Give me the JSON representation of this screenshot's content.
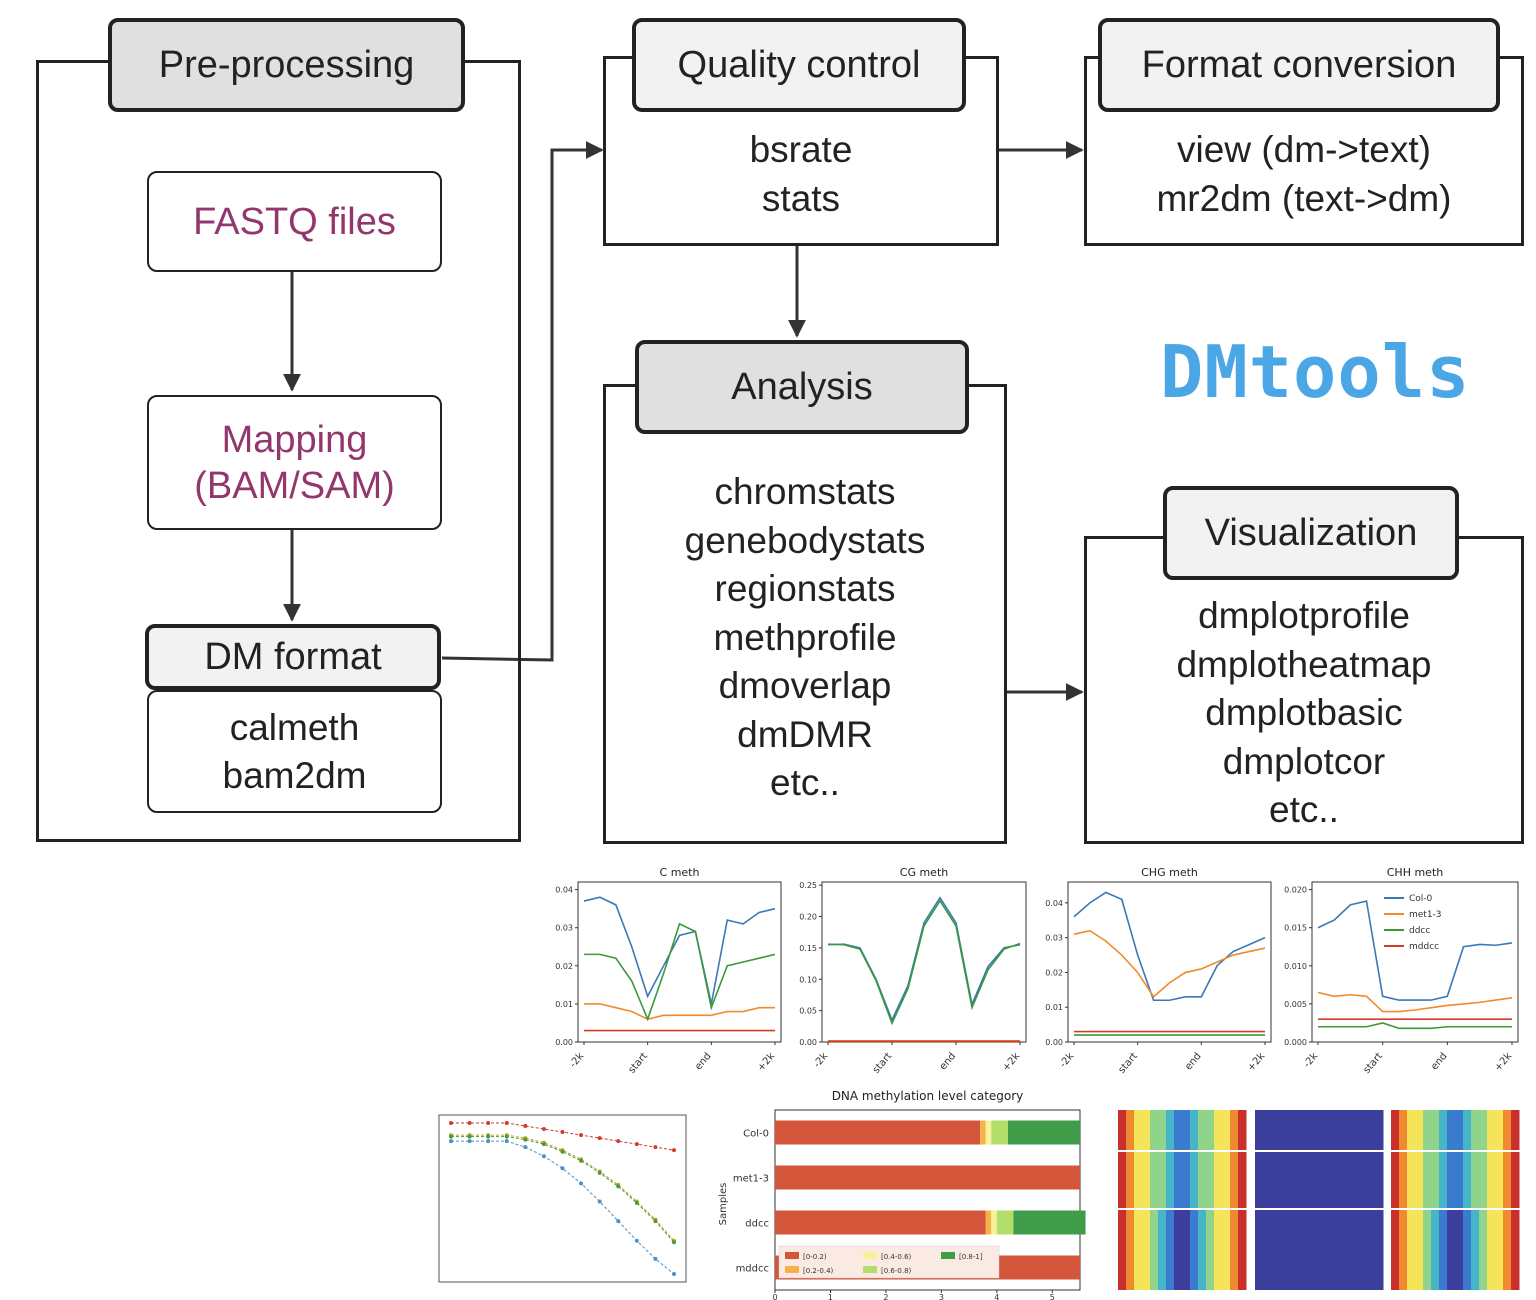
{
  "brand": {
    "name": "DMtools",
    "color": "#4ba6e6"
  },
  "preprocessing": {
    "title": "Pre-processing",
    "fastq": "FASTQ  files",
    "mapping_line1": "Mapping",
    "mapping_line2": "(BAM/SAM)",
    "dm_format": "DM format",
    "tools": [
      "calmeth",
      "bam2dm"
    ]
  },
  "quality_control": {
    "title": "Quality control",
    "tools": [
      "bsrate",
      "stats"
    ]
  },
  "format_conversion": {
    "title": "Format conversion",
    "tools": [
      "view (dm->text)",
      "mr2dm (text->dm)"
    ]
  },
  "analysis": {
    "title": "Analysis",
    "tools": [
      "chromstats",
      "genebodystats",
      "regionstats",
      "methprofile",
      "dmoverlap",
      "dmDMR",
      "etc.."
    ]
  },
  "visualization": {
    "title": "Visualization",
    "tools": [
      "dmplotprofile",
      "dmplotheatmap",
      "dmplotbasic",
      "dmplotcor",
      "etc.."
    ]
  },
  "colors": {
    "accent_text": "#93366b",
    "header_dark": "#e0e0e0",
    "header_light": "#f2f2f2"
  },
  "chart_data": [
    {
      "type": "line",
      "title": "C meth",
      "x": [
        "-2k",
        "start",
        "end",
        "+2k"
      ],
      "yticks": [
        "0.00",
        "0.01",
        "0.02",
        "0.03",
        "0.04"
      ],
      "ylim": [
        0,
        0.042
      ],
      "series": [
        {
          "color": "#3b78b8",
          "values": [
            0.037,
            0.038,
            0.036,
            0.025,
            0.012,
            0.02,
            0.028,
            0.029,
            0.01,
            0.032,
            0.031,
            0.034,
            0.035
          ]
        },
        {
          "color": "#f08a2a",
          "values": [
            0.01,
            0.01,
            0.009,
            0.008,
            0.006,
            0.007,
            0.007,
            0.007,
            0.007,
            0.008,
            0.008,
            0.009,
            0.009
          ]
        },
        {
          "color": "#3a9a3a",
          "values": [
            0.023,
            0.023,
            0.022,
            0.016,
            0.006,
            0.018,
            0.031,
            0.029,
            0.009,
            0.02,
            0.021,
            0.022,
            0.023
          ]
        },
        {
          "color": "#d33b2f",
          "values": [
            0.003,
            0.003,
            0.003,
            0.003,
            0.003,
            0.003,
            0.003,
            0.003,
            0.003,
            0.003,
            0.003,
            0.003,
            0.003
          ]
        }
      ]
    },
    {
      "type": "line",
      "title": "CG meth",
      "x": [
        "-2k",
        "start",
        "end",
        "+2k"
      ],
      "yticks": [
        "0.00",
        "0.05",
        "0.10",
        "0.15",
        "0.20",
        "0.25"
      ],
      "ylim": [
        0,
        0.255
      ],
      "series": [
        {
          "color": "#3b78b8",
          "values": [
            0.155,
            0.156,
            0.15,
            0.1,
            0.035,
            0.09,
            0.19,
            0.23,
            0.19,
            0.06,
            0.12,
            0.15,
            0.155
          ]
        },
        {
          "color": "#3a9a3a",
          "values": [
            0.156,
            0.155,
            0.148,
            0.098,
            0.03,
            0.085,
            0.185,
            0.225,
            0.185,
            0.055,
            0.115,
            0.148,
            0.157
          ]
        },
        {
          "color": "#f08a2a",
          "values": [
            0.002,
            0.002,
            0.002,
            0.002,
            0.002,
            0.002,
            0.002,
            0.002,
            0.002,
            0.002,
            0.002,
            0.002,
            0.002
          ]
        },
        {
          "color": "#d33b2f",
          "values": [
            0.001,
            0.001,
            0.001,
            0.001,
            0.001,
            0.001,
            0.001,
            0.001,
            0.001,
            0.001,
            0.001,
            0.001,
            0.001
          ]
        }
      ]
    },
    {
      "type": "line",
      "title": "CHG meth",
      "x": [
        "-2k",
        "start",
        "end",
        "+2k"
      ],
      "yticks": [
        "0.00",
        "0.01",
        "0.02",
        "0.03",
        "0.04"
      ],
      "ylim": [
        0,
        0.046
      ],
      "series": [
        {
          "color": "#3b78b8",
          "values": [
            0.036,
            0.04,
            0.043,
            0.041,
            0.025,
            0.012,
            0.012,
            0.013,
            0.013,
            0.022,
            0.026,
            0.028,
            0.03
          ]
        },
        {
          "color": "#f08a2a",
          "values": [
            0.031,
            0.032,
            0.029,
            0.025,
            0.02,
            0.013,
            0.017,
            0.02,
            0.021,
            0.023,
            0.025,
            0.026,
            0.027
          ]
        },
        {
          "color": "#d33b2f",
          "values": [
            0.003,
            0.003,
            0.003,
            0.003,
            0.003,
            0.003,
            0.003,
            0.003,
            0.003,
            0.003,
            0.003,
            0.003,
            0.003
          ]
        },
        {
          "color": "#3a9a3a",
          "values": [
            0.002,
            0.002,
            0.002,
            0.002,
            0.002,
            0.002,
            0.002,
            0.002,
            0.002,
            0.002,
            0.002,
            0.002,
            0.002
          ]
        }
      ]
    },
    {
      "type": "line",
      "title": "CHH meth",
      "x": [
        "-2k",
        "start",
        "end",
        "+2k"
      ],
      "yticks": [
        "0.000",
        "0.005",
        "0.010",
        "0.015",
        "0.020"
      ],
      "ylim": [
        0,
        0.021
      ],
      "legend": [
        "Col-0",
        "met1-3",
        "ddcc",
        "mddcc"
      ],
      "series": [
        {
          "name": "Col-0",
          "color": "#3b78b8",
          "values": [
            0.015,
            0.016,
            0.018,
            0.0185,
            0.006,
            0.0055,
            0.0055,
            0.0055,
            0.006,
            0.0125,
            0.0128,
            0.0127,
            0.013
          ]
        },
        {
          "name": "met1-3",
          "color": "#f08a2a",
          "values": [
            0.0065,
            0.006,
            0.0062,
            0.006,
            0.004,
            0.004,
            0.0042,
            0.0045,
            0.0048,
            0.005,
            0.0052,
            0.0055,
            0.0058
          ]
        },
        {
          "name": "ddcc",
          "color": "#3a9a3a",
          "values": [
            0.002,
            0.002,
            0.002,
            0.002,
            0.0025,
            0.0018,
            0.0018,
            0.0018,
            0.002,
            0.002,
            0.002,
            0.002,
            0.002
          ]
        },
        {
          "name": "mddcc",
          "color": "#d33b2f",
          "values": [
            0.003,
            0.003,
            0.003,
            0.003,
            0.003,
            0.003,
            0.003,
            0.003,
            0.003,
            0.003,
            0.003,
            0.003,
            0.003
          ]
        }
      ]
    },
    {
      "type": "line",
      "title": "",
      "series": [
        {
          "color": "#d33b2f",
          "values": [
            1.0,
            1.0,
            1.0,
            1.0,
            0.98,
            0.96,
            0.94,
            0.92,
            0.9,
            0.88,
            0.86,
            0.84,
            0.82
          ]
        },
        {
          "color": "#c8a228",
          "values": [
            0.92,
            0.92,
            0.92,
            0.92,
            0.9,
            0.87,
            0.82,
            0.76,
            0.68,
            0.59,
            0.48,
            0.36,
            0.22
          ]
        },
        {
          "color": "#4a9a3a",
          "values": [
            0.91,
            0.91,
            0.91,
            0.91,
            0.89,
            0.86,
            0.81,
            0.75,
            0.67,
            0.58,
            0.47,
            0.35,
            0.21
          ]
        },
        {
          "color": "#4a90c8",
          "values": [
            0.88,
            0.88,
            0.88,
            0.88,
            0.84,
            0.78,
            0.7,
            0.6,
            0.48,
            0.35,
            0.22,
            0.1,
            0.0
          ]
        }
      ]
    },
    {
      "type": "bar",
      "title": "DNA methylation level category",
      "orientation": "horizontal",
      "stacked": true,
      "ylabel": "Samples",
      "categories": [
        "Col-0",
        "met1-3",
        "ddcc",
        "mddcc"
      ],
      "xticks": [
        "0",
        "1",
        "2",
        "3",
        "4",
        "5"
      ],
      "xlim": [
        0,
        5.5
      ],
      "legend": [
        "[0-0.2)",
        "[0.2-0.4)",
        "[0.4-0.6)",
        "[0.6-0.8)",
        "[0.8-1]"
      ],
      "series": [
        {
          "name": "[0-0.2)",
          "color": "#d3553a",
          "values": [
            3.7,
            5.5,
            3.8,
            5.5
          ]
        },
        {
          "name": "[0.2-0.4)",
          "color": "#f4b34a",
          "values": [
            0.1,
            0.0,
            0.1,
            0.0
          ]
        },
        {
          "name": "[0.4-0.6)",
          "color": "#f7f29a",
          "values": [
            0.1,
            0.0,
            0.1,
            0.0
          ]
        },
        {
          "name": "[0.6-0.8)",
          "color": "#b3de6a",
          "values": [
            0.3,
            0.0,
            0.3,
            0.0
          ]
        },
        {
          "name": "[0.8-1]",
          "color": "#3f9c48",
          "values": [
            1.3,
            0.0,
            1.3,
            0.0
          ]
        }
      ]
    },
    {
      "type": "heatmap",
      "title": "",
      "rows": 3,
      "cols": 3,
      "palette": [
        "#3b3e9a",
        "#3a7bd0",
        "#47b5c8",
        "#8fd48a",
        "#f5e35a",
        "#f08a30",
        "#c9302c"
      ]
    }
  ]
}
